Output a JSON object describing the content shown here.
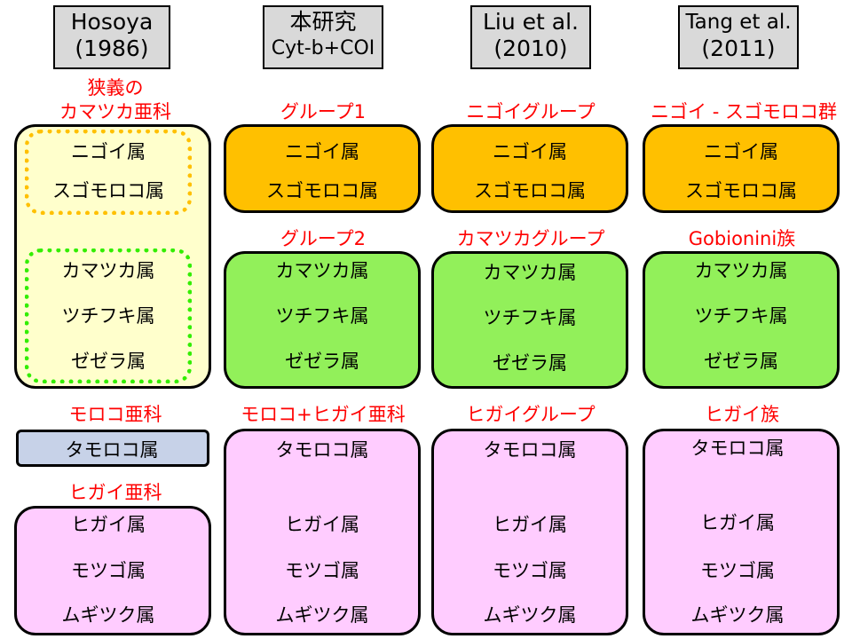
{
  "headers": [
    {
      "line1": "Hosoya",
      "line2": "(1986)"
    },
    {
      "line1": "本研究",
      "line2": "Cyt-b+COI"
    },
    {
      "line1": "Liu et al.",
      "line2": "(2010)"
    },
    {
      "line1": "Tang et al.",
      "line2": "(2011)"
    }
  ],
  "col1": {
    "label_main_1": "狭義の",
    "label_main_2": "カマツカ亜科",
    "gen1": "ニゴイ属",
    "gen2": "スゴモロコ属",
    "gen3": "カマツカ属",
    "gen4": "ツチフキ属",
    "gen5": "ゼゼラ属",
    "label_moroko": "モロコ亜科",
    "gen6": "タモロコ属",
    "label_higai": "ヒガイ亜科",
    "gen7": "ヒガイ属",
    "gen8": "モツゴ属",
    "gen9": "ムギツク属"
  },
  "col2": {
    "label1": "グループ1",
    "label2": "グループ2",
    "label3": "モロコ+ヒガイ亜科",
    "gen1": "ニゴイ属",
    "gen2": "スゴモロコ属",
    "gen3": "カマツカ属",
    "gen4": "ツチフキ属",
    "gen5": "ゼゼラ属",
    "gen6": "タモロコ属",
    "gen7": "ヒガイ属",
    "gen8": "モツゴ属",
    "gen9": "ムギツク属"
  },
  "col3": {
    "label1": "ニゴイグループ",
    "label2": "カマツカグループ",
    "label3": "ヒガイグループ",
    "gen1": "ニゴイ属",
    "gen2": "スゴモロコ属",
    "gen3": "カマツカ属",
    "gen4": "ツチフキ属",
    "gen5": "ゼゼラ属",
    "gen6": "タモロコ属",
    "gen7": "ヒガイ属",
    "gen8": "モツゴ属",
    "gen9": "ムギツク属"
  },
  "col4": {
    "label1": "ニゴイ - スゴモロコ群",
    "label2": "Gobionini族",
    "label3": "ヒガイ族",
    "gen1": "ニゴイ属",
    "gen2": "スゴモロコ属",
    "gen3": "カマツカ属",
    "gen4": "ツチフキ属",
    "gen5": "ゼゼラ属",
    "gen6": "タモロコ属",
    "gen7": "ヒガイ属",
    "gen8": "モツゴ属",
    "gen9": "ムギツク属"
  }
}
